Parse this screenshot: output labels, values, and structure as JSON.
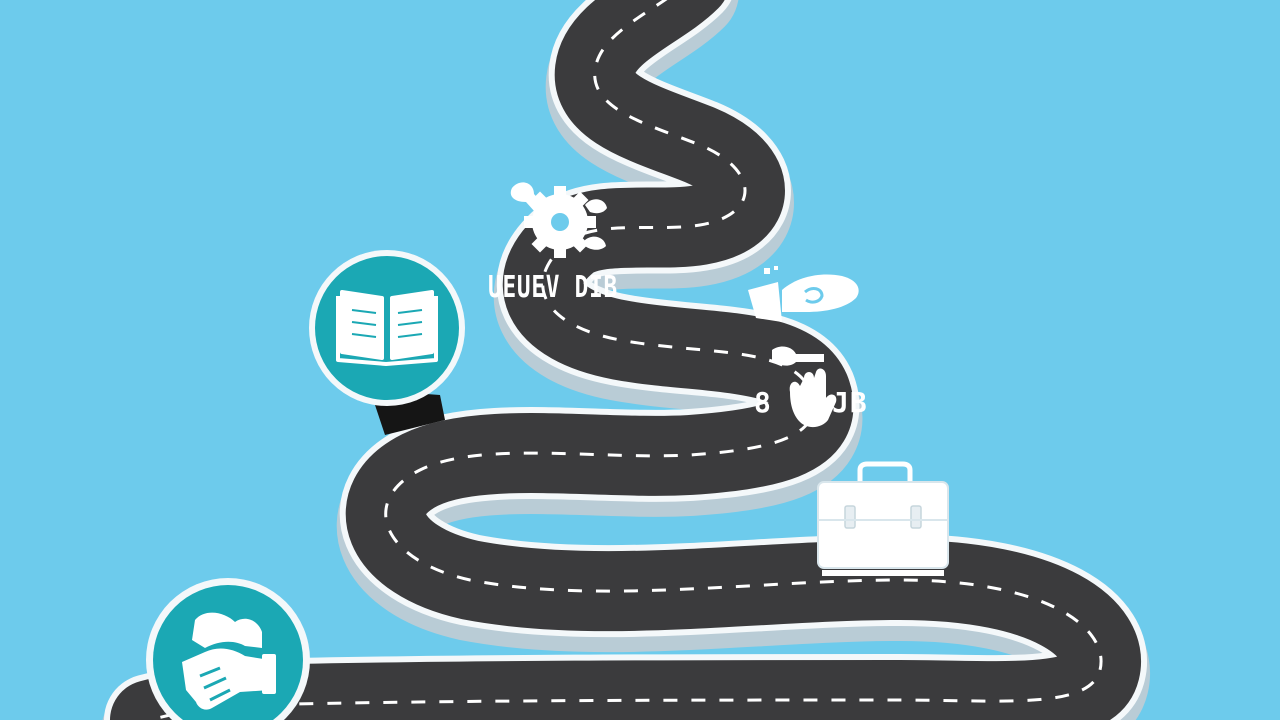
{
  "colors": {
    "sky": "#6dcbec",
    "road": "#3b3b3d",
    "road_edge": "#f4f8fa",
    "badge_teal": "#1ba8b4",
    "icon": "#ffffff"
  },
  "road": {
    "style": "winding roadmap road with white dashed center line"
  },
  "milestones": [
    {
      "icon": "open-book-icon",
      "badge": "teal-circle"
    },
    {
      "icon": "handshake-icon",
      "badge": "teal-circle"
    },
    {
      "icon": "briefcase-icon",
      "badge": "none"
    },
    {
      "icon": "gear-wrench-icon",
      "badge": "none"
    },
    {
      "icon": "hand-tool-icon",
      "badge": "none"
    },
    {
      "icon": "open-hand-icon",
      "badge": "none"
    }
  ],
  "labels": {
    "label_one": "UEUEV DIB",
    "label_two_left": "8",
    "label_two_right": "JB"
  }
}
